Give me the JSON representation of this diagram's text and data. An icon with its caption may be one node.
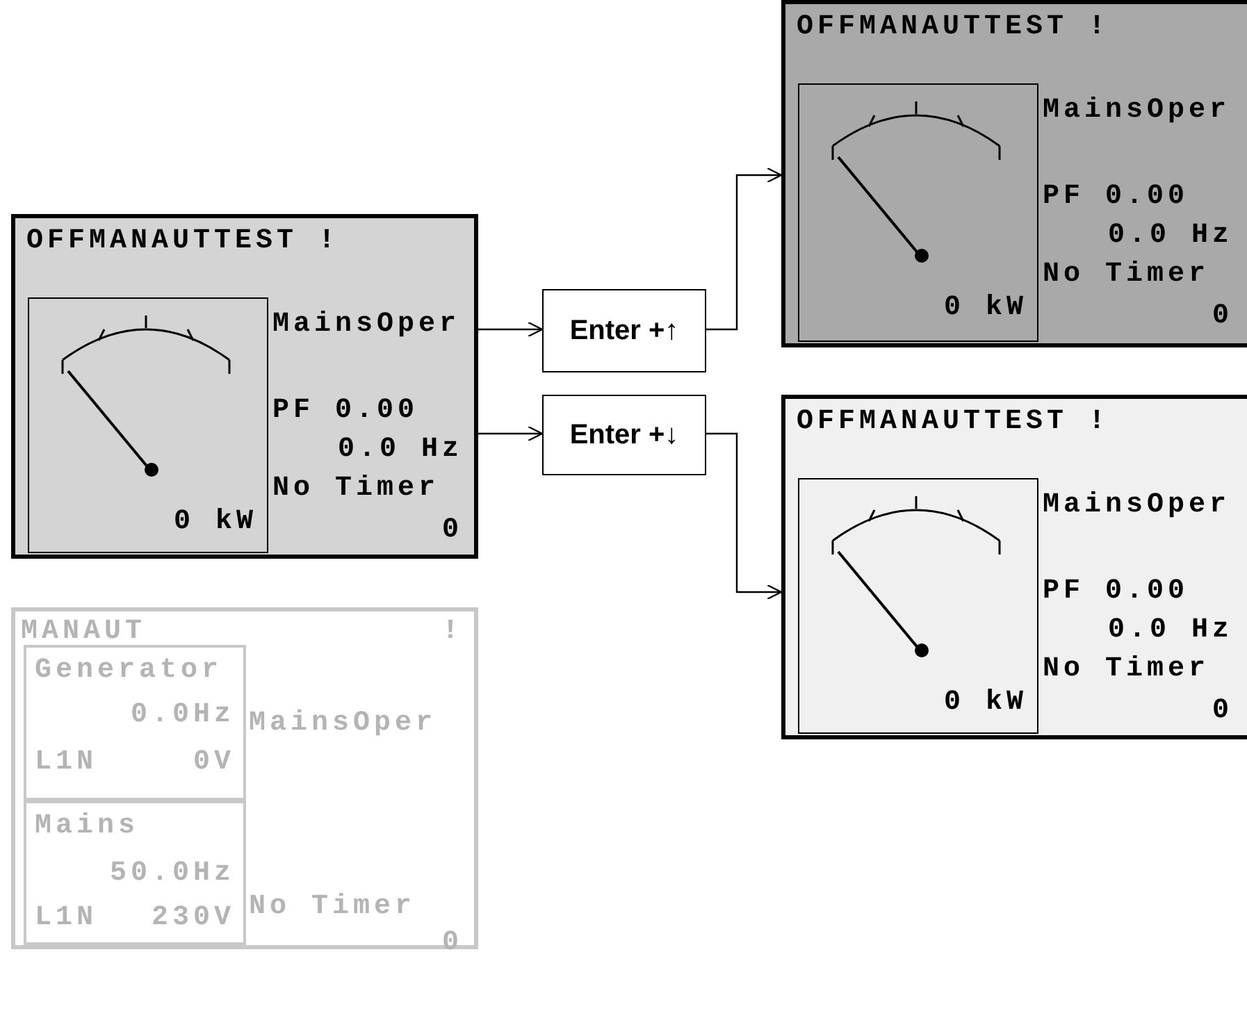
{
  "diagram": {
    "nodes": [
      {
        "text": [
          "OFFMANAUTTEST !",
          "MainsOper",
          "PF 0.00",
          "0.0 Hz",
          "No Timer",
          "0"
        ]
      },
      {
        "text": [
          "0 kW"
        ],
        "in": 0
      },
      {
        "text": [
          "Enter +↑"
        ]
      },
      {
        "text": [
          "Enter +↓"
        ]
      },
      {
        "text": [
          "OFFMANAUTTEST !",
          "MainsOper",
          "PF 0.00",
          "0.0 Hz",
          "No Timer",
          "0"
        ]
      },
      {
        "text": [
          "0 kW"
        ],
        "in": 4
      },
      {
        "text": [
          "OFFMANAUTTEST !",
          "MainsOper",
          "PF 0.00",
          "0.0 Hz",
          "No Timer",
          "0"
        ]
      },
      {
        "text": [
          "0 kW"
        ],
        "in": 6
      },
      {
        "text": [
          "MANAUT",
          "!",
          "MainsOper",
          "No Timer",
          "0"
        ]
      },
      {
        "text": [
          "Generator",
          "0.0Hz",
          "L1N",
          "0V"
        ],
        "in": 8
      },
      {
        "text": [
          "Mains",
          "50.0Hz",
          "L1N",
          "230V"
        ],
        "in": 8
      }
    ],
    "edges": [
      {
        "from": 0,
        "to": 2,
        "arrow": "to"
      },
      {
        "from": 2,
        "to": 4,
        "arrow": "to"
      },
      {
        "from": 0,
        "to": 3,
        "arrow": "to"
      },
      {
        "from": 3,
        "to": 6,
        "arrow": "to"
      }
    ]
  }
}
